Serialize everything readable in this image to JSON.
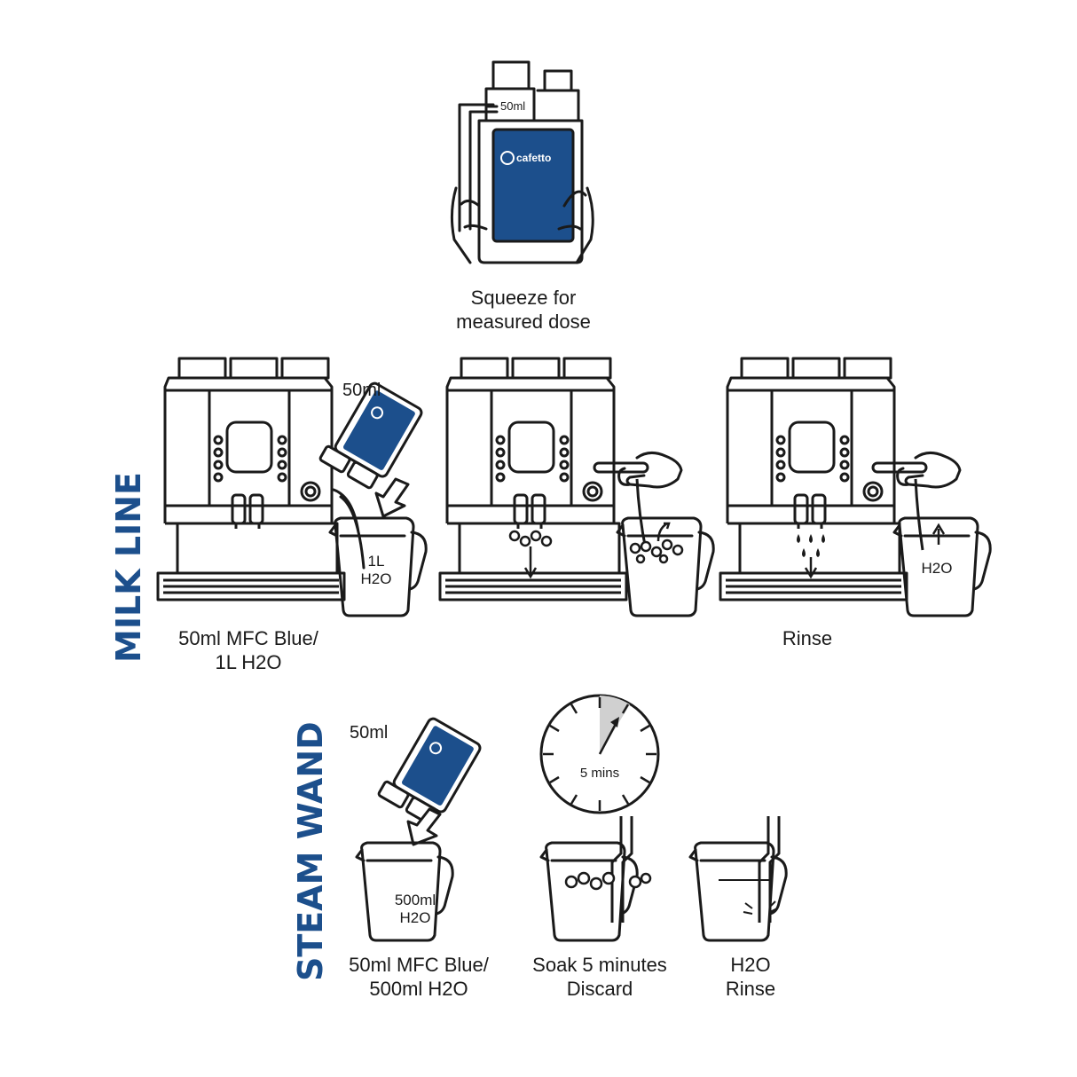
{
  "sections": {
    "milk_line": "MILK LINE",
    "steam_wand": "STEAM WAND"
  },
  "bottle": {
    "brand": "cafetto",
    "dose_mark": "50ml",
    "caption_line1": "Squeeze for",
    "caption_line2": "measured dose"
  },
  "milk_steps": {
    "dose_label": "50ml",
    "jug_line1": "1L",
    "jug_line2": "H2O",
    "step1_line1": "50ml MFC Blue/",
    "step1_line2": "1L H2O",
    "step3_jug": "H2O",
    "step3_caption": "Rinse"
  },
  "steam_steps": {
    "dose_label": "50ml",
    "jug_line1": "500ml",
    "jug_line2": "H2O",
    "timer_label": "5 mins",
    "step1_line1": "50ml MFC Blue/",
    "step1_line2": "500ml H2O",
    "step2_line1": "Soak 5 minutes",
    "step2_line2": "Discard",
    "step3_line1": "H2O",
    "step3_line2": "Rinse"
  },
  "colors": {
    "brand_blue": "#1c4f8c",
    "line": "#1a1a1a"
  }
}
